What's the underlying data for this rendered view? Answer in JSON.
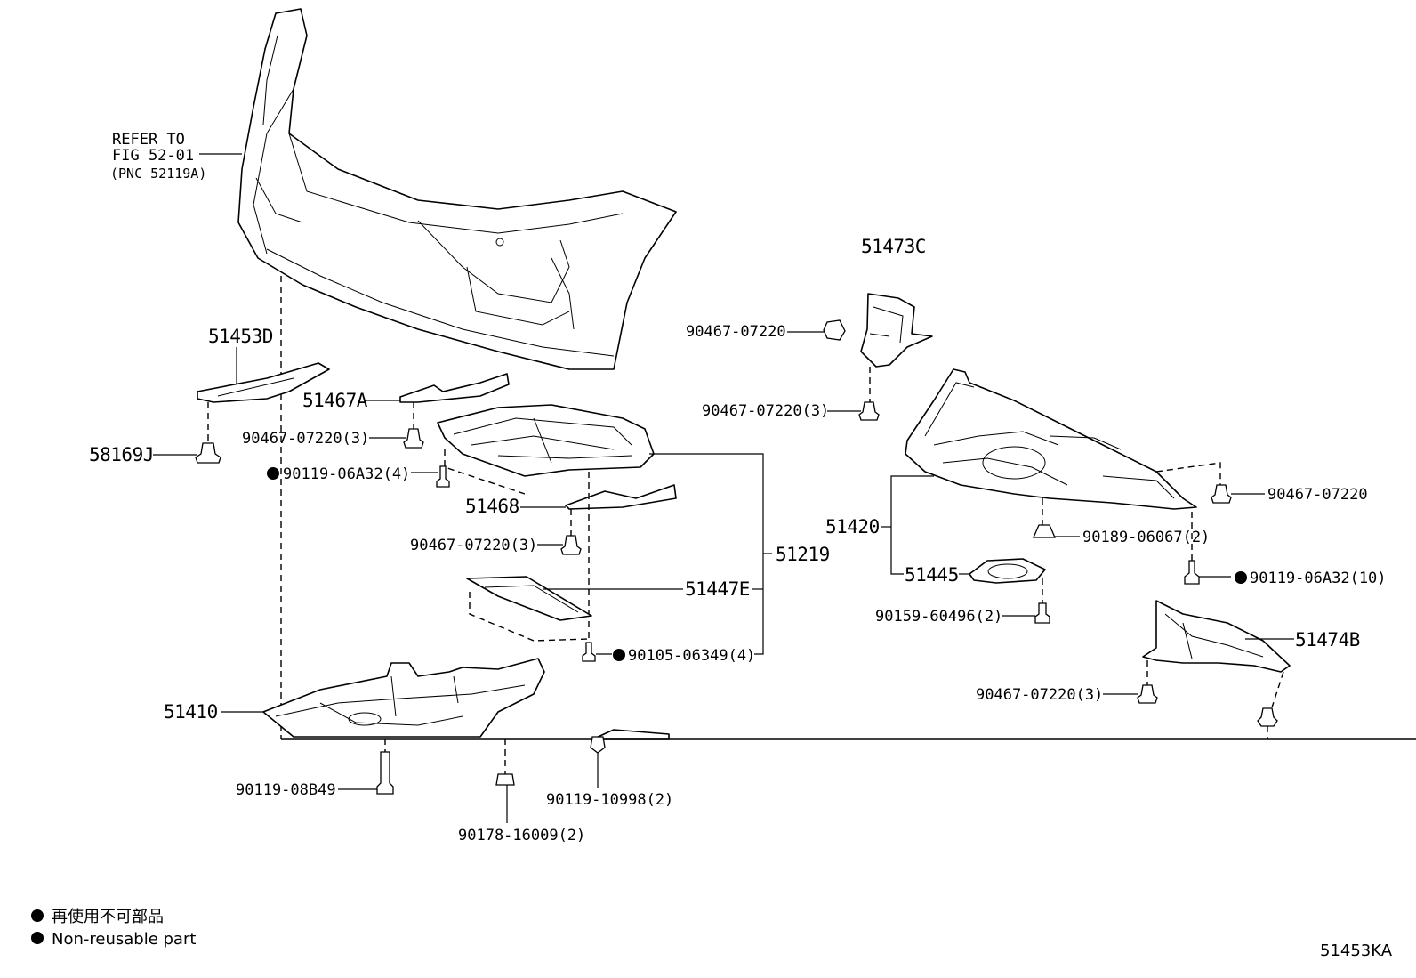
{
  "callouts": {
    "refer_line1": "REFER TO",
    "refer_line2": "FIG 52-01",
    "refer_line3": "(PNC 52119A)",
    "p51453D": "51453D",
    "p51467A": "51467A",
    "p58169J": "58169J",
    "p90467_a": "90467-07220(3)",
    "p90119_06A32_4": "90119-06A32(4)",
    "p51468": "51468",
    "p90467_b": "90467-07220(3)",
    "p51219": "51219",
    "p51447E": "51447E",
    "p90105": "90105-06349(4)",
    "p51410": "51410",
    "p90119_08B49": "90119-08B49",
    "p90178": "90178-16009(2)",
    "p90119_10998": "90119-10998(2)",
    "p51473C": "51473C",
    "p90467_c": "90467-07220",
    "p90467_d": "90467-07220(3)",
    "p51420": "51420",
    "p90467_e": "90467-07220",
    "p90189": "90189-06067(2)",
    "p90119_06A32_10": "90119-06A32(10)",
    "p51445": "51445",
    "p90159": "90159-60496(2)",
    "p51474B": "51474B",
    "p90467_f": "90467-07220(3)"
  },
  "legend": {
    "jp": "再使用不可部品",
    "en": "Non-reusable part"
  },
  "figure_code": "51453KA"
}
